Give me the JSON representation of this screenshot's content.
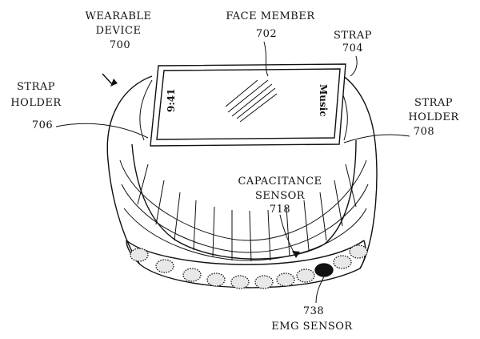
{
  "labels": {
    "wearable_device": {
      "line1": "WEARABLE",
      "line2": "DEVICE",
      "ref": "700"
    },
    "face_member": {
      "line1": "FACE MEMBER",
      "ref": "702"
    },
    "strap": {
      "line1": "STRAP",
      "ref": "704"
    },
    "strap_holder_left": {
      "line1": "STRAP",
      "line2": "HOLDER",
      "ref": "706"
    },
    "strap_holder_right": {
      "line1": "STRAP",
      "line2": "HOLDER",
      "ref": "708"
    },
    "capacitance_sensor": {
      "line1": "CAPACITANCE",
      "line2": "SENSOR",
      "ref": "718"
    },
    "emg_sensor": {
      "ref": "738",
      "line1": "EMG SENSOR"
    }
  },
  "screen": {
    "time": "9:41",
    "app": "Music"
  }
}
